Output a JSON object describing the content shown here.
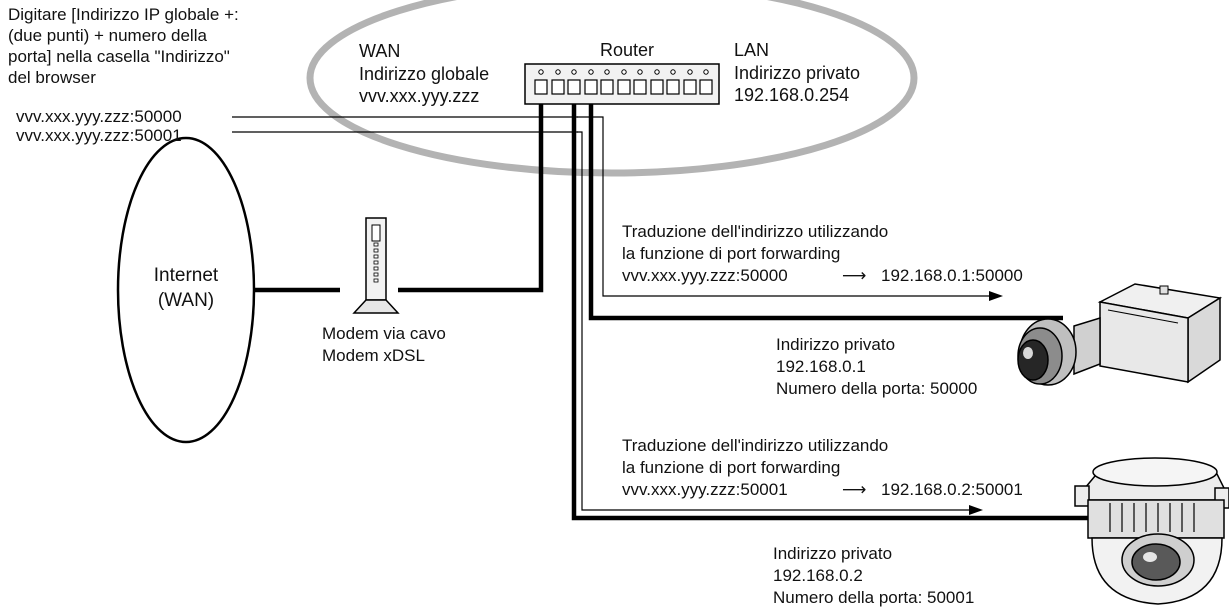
{
  "instruction": {
    "lines": [
      "Digitare [Indirizzo IP globale +:",
      "(due punti) + numero della",
      "porta] nella casella \"Indirizzo\"",
      "del browser"
    ]
  },
  "urls": {
    "url1": "vvv.xxx.yyy.zzz:50000",
    "url2": "vvv.xxx.yyy.zzz:50001"
  },
  "wan": {
    "title": "WAN",
    "address_label": "Indirizzo globale",
    "address": "vvv.xxx.yyy.zzz"
  },
  "router": {
    "label": "Router"
  },
  "lan": {
    "title": "LAN",
    "address_label": "Indirizzo privato",
    "address": "192.168.0.254"
  },
  "internet": {
    "line1": "Internet",
    "line2": "(WAN)"
  },
  "modem": {
    "line1": "Modem via cavo",
    "line2": "Modem xDSL"
  },
  "forwarding1": {
    "line1": "Traduzione dell'indirizzo utilizzando",
    "line2": "la funzione di port forwarding",
    "from": "vvv.xxx.yyy.zzz:50000",
    "arrow": "⟶",
    "to": "192.168.0.1:50000"
  },
  "camera1": {
    "address_label": "Indirizzo privato",
    "address": "192.168.0.1",
    "port": "Numero della porta: 50000"
  },
  "forwarding2": {
    "line1": "Traduzione dell'indirizzo utilizzando",
    "line2": "la funzione di port forwarding",
    "from": "vvv.xxx.yyy.zzz:50001",
    "arrow": "⟶",
    "to": "192.168.0.2:50001"
  },
  "camera2": {
    "address_label": "Indirizzo privato",
    "address": "192.168.0.2",
    "port": "Numero della porta: 50001"
  },
  "colors": {
    "line": "#000000",
    "highlight_ring": "#b3b3b3",
    "text": "#111111"
  }
}
